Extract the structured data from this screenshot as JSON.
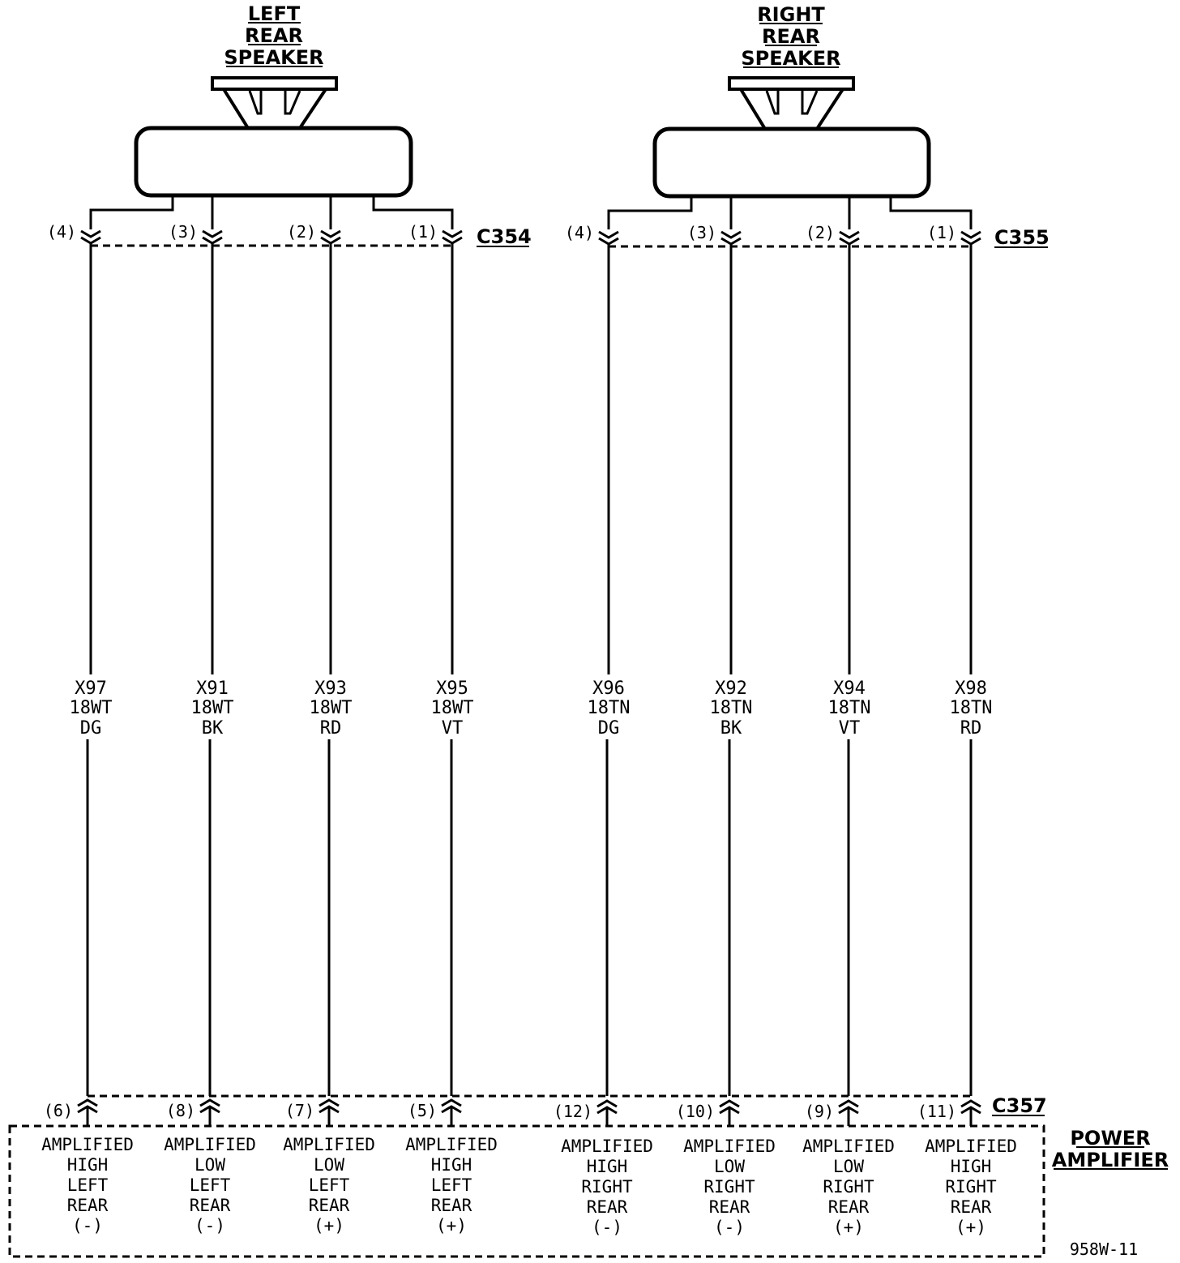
{
  "speakers": {
    "left": {
      "title_lines": [
        "LEFT",
        "REAR",
        "SPEAKER"
      ],
      "connector": "C354"
    },
    "right": {
      "title_lines": [
        "RIGHT",
        "REAR",
        "SPEAKER"
      ],
      "connector": "C355"
    }
  },
  "wires": [
    {
      "top_pin": "(4)",
      "circuit": "X97",
      "gauge_color": "18WT",
      "color": "DG",
      "bottom_pin": "(6)",
      "function": [
        "AMPLIFIED",
        "HIGH",
        "LEFT",
        "REAR",
        "(-)"
      ]
    },
    {
      "top_pin": "(3)",
      "circuit": "X91",
      "gauge_color": "18WT",
      "color": "BK",
      "bottom_pin": "(8)",
      "function": [
        "AMPLIFIED",
        "LOW",
        "LEFT",
        "REAR",
        "(-)"
      ]
    },
    {
      "top_pin": "(2)",
      "circuit": "X93",
      "gauge_color": "18WT",
      "color": "RD",
      "bottom_pin": "(7)",
      "function": [
        "AMPLIFIED",
        "LOW",
        "LEFT",
        "REAR",
        "(+)"
      ]
    },
    {
      "top_pin": "(1)",
      "circuit": "X95",
      "gauge_color": "18WT",
      "color": "VT",
      "bottom_pin": "(5)",
      "function": [
        "AMPLIFIED",
        "HIGH",
        "LEFT",
        "REAR",
        "(+)"
      ]
    },
    {
      "top_pin": "(4)",
      "circuit": "X96",
      "gauge_color": "18TN",
      "color": "DG",
      "bottom_pin": "(12)",
      "function": [
        "AMPLIFIED",
        "HIGH",
        "RIGHT",
        "REAR",
        "(-)"
      ]
    },
    {
      "top_pin": "(3)",
      "circuit": "X92",
      "gauge_color": "18TN",
      "color": "BK",
      "bottom_pin": "(10)",
      "function": [
        "AMPLIFIED",
        "LOW",
        "RIGHT",
        "REAR",
        "(-)"
      ]
    },
    {
      "top_pin": "(2)",
      "circuit": "X94",
      "gauge_color": "18TN",
      "color": "VT",
      "bottom_pin": "(9)",
      "function": [
        "AMPLIFIED",
        "LOW",
        "RIGHT",
        "REAR",
        "(+)"
      ]
    },
    {
      "top_pin": "(1)",
      "circuit": "X98",
      "gauge_color": "18TN",
      "color": "RD",
      "bottom_pin": "(11)",
      "function": [
        "AMPLIFIED",
        "HIGH",
        "RIGHT",
        "REAR",
        "(+)"
      ]
    }
  ],
  "amplifier": {
    "title_lines": [
      "POWER",
      "AMPLIFIER"
    ],
    "connector": "C357"
  },
  "figure_id": "958W-11"
}
